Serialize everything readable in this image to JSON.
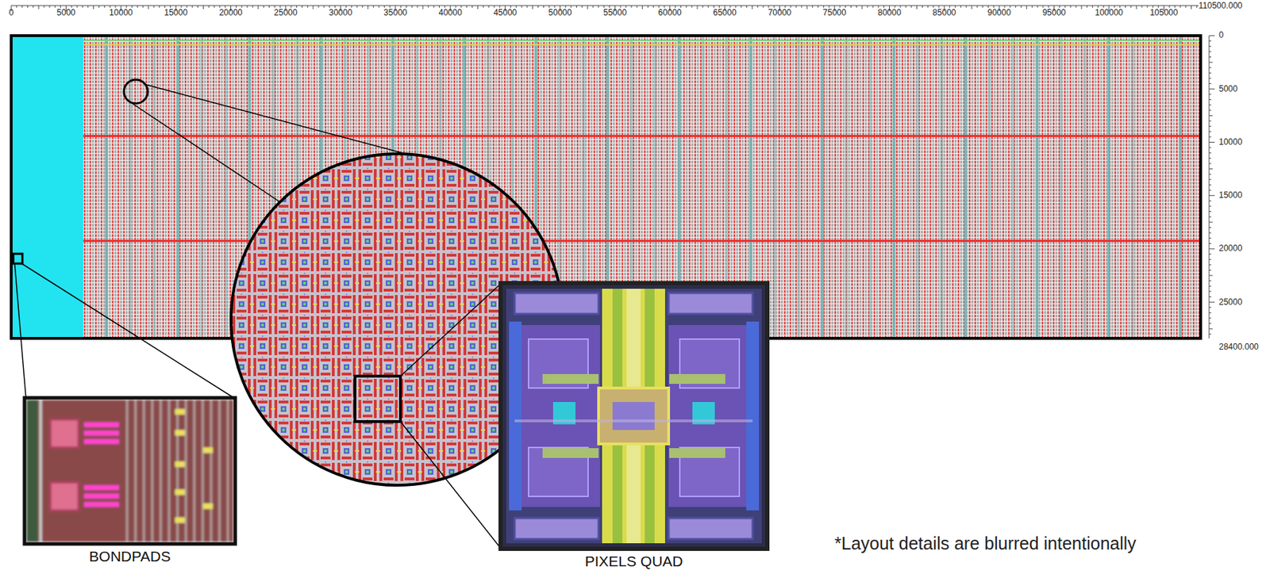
{
  "diagram": {
    "nodes": [
      {
        "text": [
          "BONDPADS"
        ]
      },
      {
        "text": [
          "PIXELS QUAD"
        ]
      }
    ],
    "labels": [
      "0",
      "5000",
      "10000",
      "15000",
      "20000",
      "25000",
      "30000",
      "35000",
      "40000",
      "45000",
      "50000",
      "55000",
      "60000",
      "65000",
      "70000",
      "75000",
      "80000",
      "85000",
      "90000",
      "95000",
      "100000",
      "105000",
      "110500.000",
      "0",
      "5000",
      "10000",
      "15000",
      "20000",
      "25000",
      "28400.000",
      "*Layout details are blurred intentionally"
    ]
  }
}
